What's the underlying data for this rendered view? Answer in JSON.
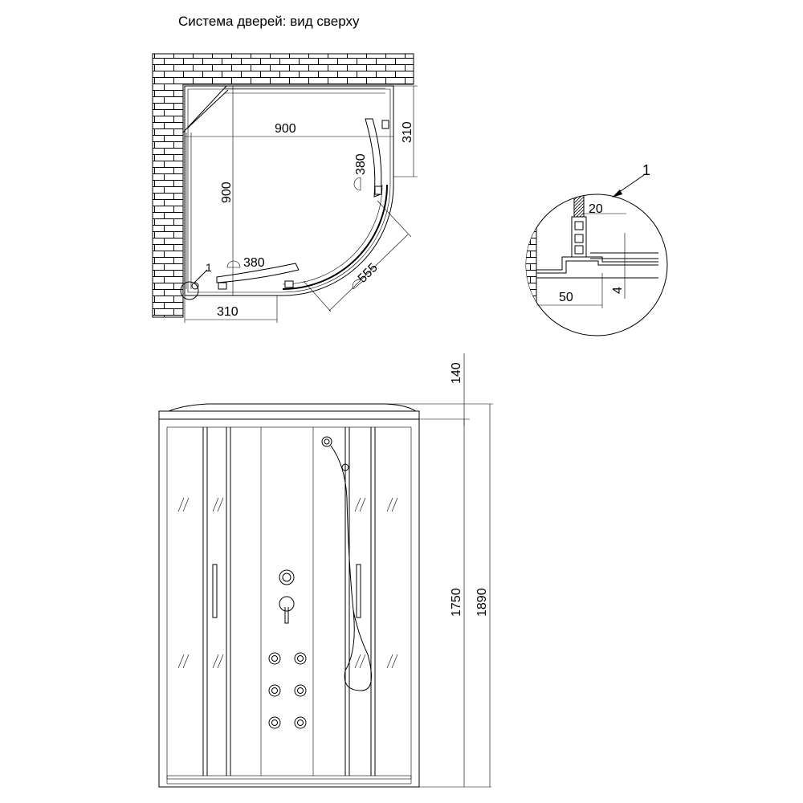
{
  "title": "Система дверей: вид сверху",
  "top_view": {
    "dim_width": "900",
    "dim_depth": "900",
    "dim_side_top": "310",
    "dim_side_bottom": "310",
    "door_bottom": "380",
    "door_right": "380",
    "dim_diag": "555",
    "callout": "1"
  },
  "detail": {
    "callout": "1",
    "dim_20": "20",
    "dim_50": "50",
    "dim_4": "4"
  },
  "front_view": {
    "dim_top": "140",
    "dim_body": "1750",
    "dim_total": "1890"
  }
}
